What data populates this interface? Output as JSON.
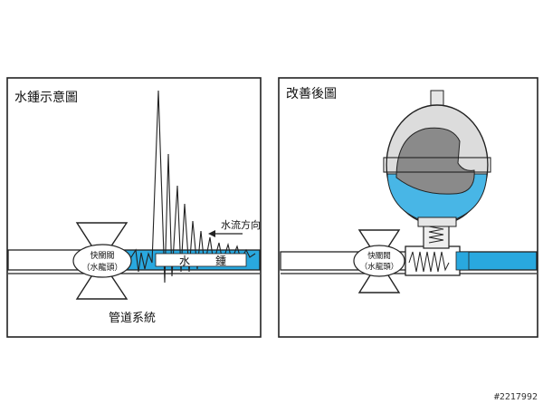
{
  "left_panel": {
    "title": "水鍾示意圖",
    "valve_label_line1": "快關閥",
    "valve_label_line2": "（水龍頭）",
    "water_label_char1": "水",
    "water_label_char2": "鍾",
    "flow_direction_label": "水流方向",
    "pipe_label": "管道系統"
  },
  "right_panel": {
    "title": "改善後圖",
    "valve_label_line1": "快關閥",
    "valve_label_line2": "（水龍頭）"
  },
  "watermark": "#2217992",
  "colors": {
    "water": "#29a8df",
    "water_tank": "#48b6e6",
    "air": "#8a8a8a",
    "tank_shell": "#dcdcdc",
    "outline": "#222222"
  }
}
